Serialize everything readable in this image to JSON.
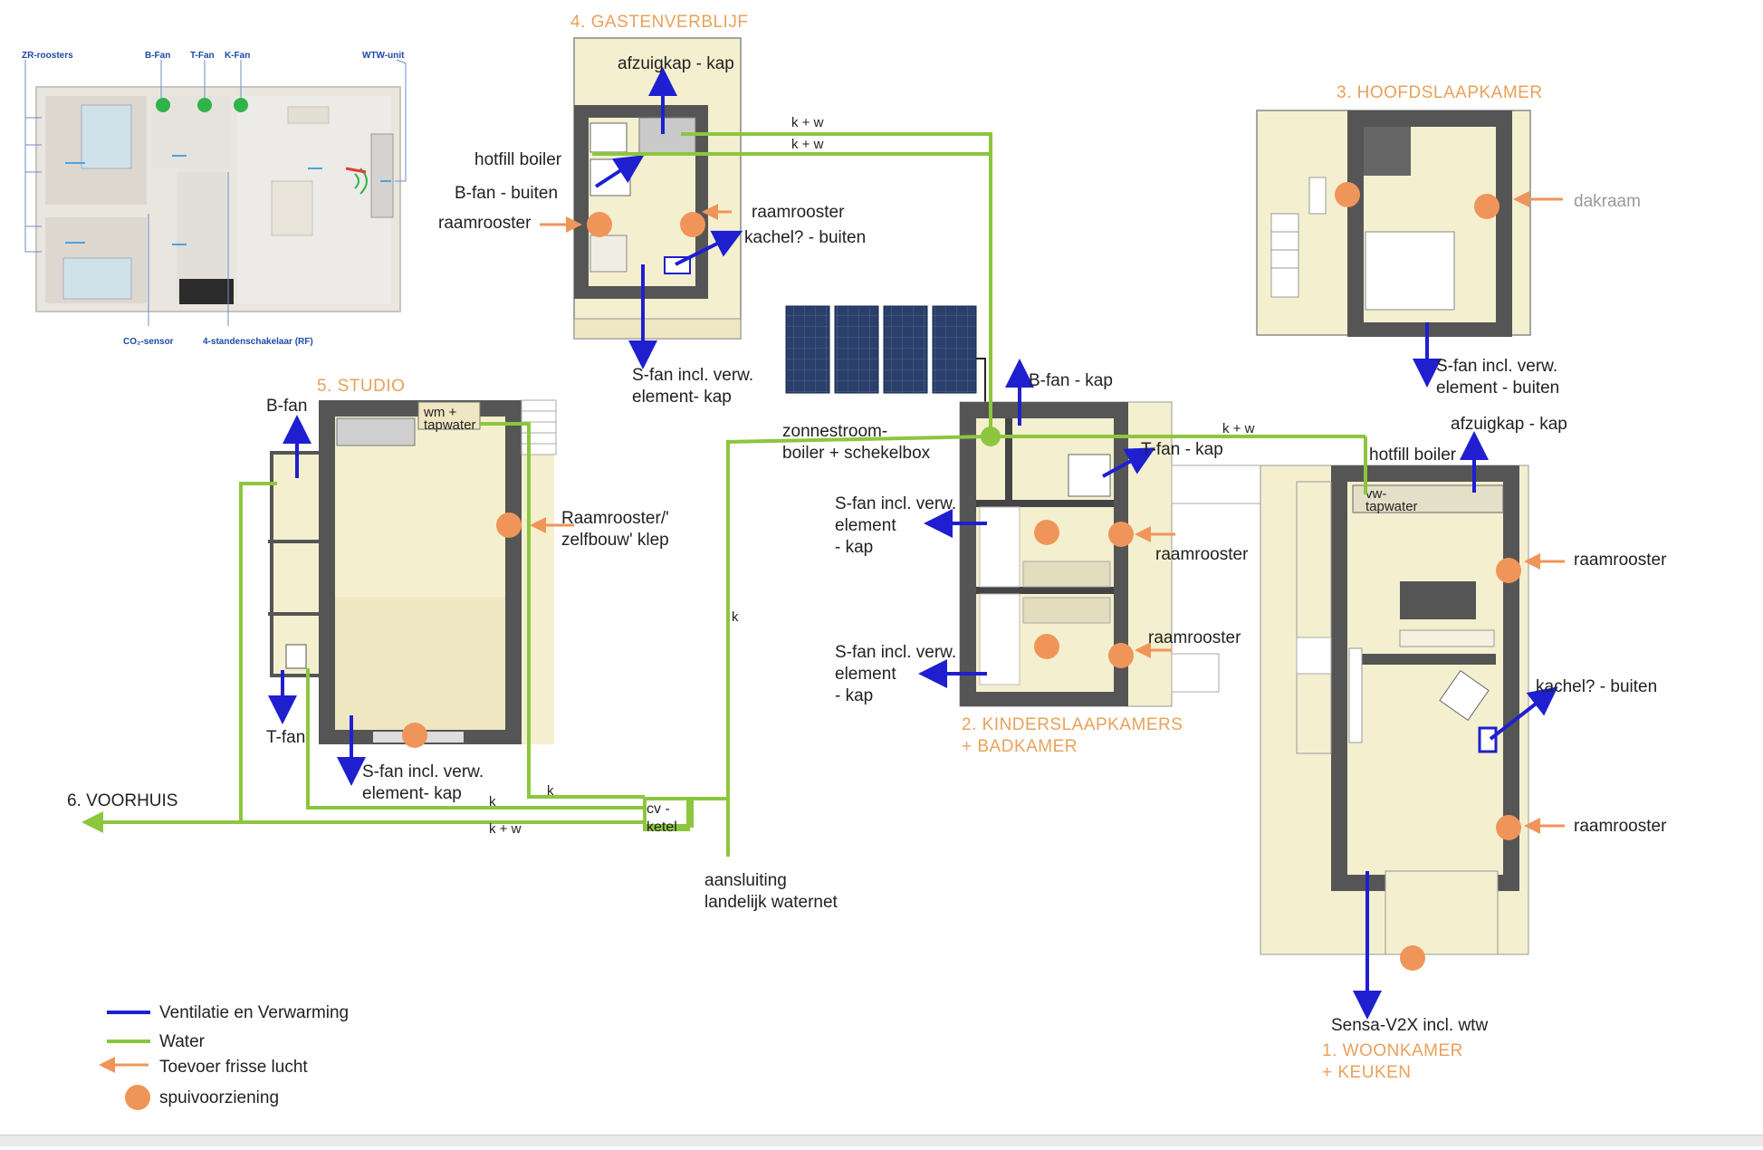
{
  "colors": {
    "ventilation": "#1f1fd0",
    "water": "#8cc63f",
    "fresh_air": "#f0955a",
    "room_title": "#e9a15a",
    "wall": "#555555",
    "floor": "#f4efcf",
    "solar_panel": "#2a3f6a"
  },
  "inset": {
    "labels": {
      "zr": "ZR-roosters",
      "bfan": "B-Fan",
      "tfan": "T-Fan",
      "kfan": "K-Fan",
      "wtw": "WTW-unit",
      "co2": "CO₂-sensor",
      "switch": "4-standenschakelaar (RF)"
    }
  },
  "rooms": {
    "guest": "4. GASTENVERBLIJF",
    "master": "3. HOOFDSLAAPKAMER",
    "studio": "5. STUDIO",
    "kids_1": "2. KINDERSLAAPKAMERS",
    "kids_2": "+ BADKAMER",
    "living_1": "1. WOONKAMER",
    "living_2": "+ KEUKEN",
    "voorhuis": "6. VOORHUIS"
  },
  "labels": {
    "afzuigkap_kap": "afzuigkap - kap",
    "kw": "k + w",
    "k": "k",
    "hotfill_boiler": "hotfill boiler",
    "bfan_buiten": "B-fan - buiten",
    "raamrooster": "raamrooster",
    "kachel_buiten": "kachel? - buiten",
    "sfan_guest_1": "S-fan  incl. verw.",
    "sfan_guest_2": "element- kap",
    "dakraam": "dakraam",
    "sfan_master_1": "S-fan  incl. verw.",
    "sfan_master_2": "element - buiten",
    "bfan": "B-fan",
    "wm": "wm +",
    "tapwater": "tapwater",
    "raamrooster_zelfbouw_1": "Raamrooster/'",
    "raamrooster_zelfbouw_2": "zelfbouw' klep",
    "tfan": "T-fan",
    "sfan_studio_1": "S-fan  incl. verw.",
    "sfan_studio_2": "element- kap",
    "zonnestroom_1": "zonnestroom-",
    "zonnestroom_2": "boiler + schekelbox",
    "bfan_kap": "B-fan - kap",
    "tfan_kap": "T-fan - kap",
    "sfan_kids_1": "S-fan incl. verw.",
    "sfan_kids_2": "element",
    "sfan_kids_3": " - kap",
    "cv_1": "cv -",
    "cv_2": "ketel",
    "aansluiting_1": "aansluiting",
    "aansluiting_2": "landelijk waternet",
    "vw_1": "vw-",
    "vw_2": "tapwater",
    "sensa": "Sensa-V2X incl. wtw"
  },
  "legend": [
    {
      "label": "Ventilatie en Verwarming",
      "kind": "line",
      "color": "#1f1fd0"
    },
    {
      "label": "Water",
      "kind": "line",
      "color": "#8cc63f"
    },
    {
      "label": "Toevoer frisse lucht",
      "kind": "arrow",
      "color": "#f0955a"
    },
    {
      "label": "spuivoorziening",
      "kind": "dot",
      "color": "#f0955a"
    }
  ]
}
